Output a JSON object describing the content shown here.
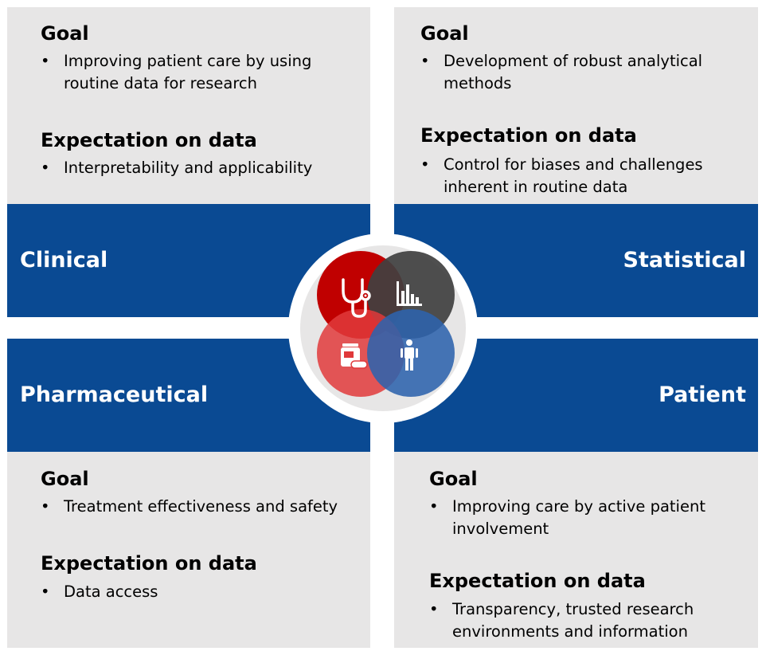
{
  "quadrants": [
    {
      "id": "clinical",
      "title": "Clinical",
      "goal_heading": "Goal",
      "goal_items": [
        "Improving patient care by using routine data for research"
      ],
      "expectation_heading": "Expectation on data",
      "expectation_items": [
        "Interpretability and applicability"
      ]
    },
    {
      "id": "statistical",
      "title": "Statistical",
      "goal_heading": "Goal",
      "goal_items": [
        "Development of robust analytical methods"
      ],
      "expectation_heading": "Expectation on data",
      "expectation_items": [
        "Control for biases and challenges inherent in routine data"
      ]
    },
    {
      "id": "pharmaceutical",
      "title": "Pharmaceutical",
      "goal_heading": "Goal",
      "goal_items": [
        "Treatment effectiveness and safety"
      ],
      "expectation_heading": "Expectation on data",
      "expectation_items": [
        "Data access"
      ]
    },
    {
      "id": "patient",
      "title": "Patient",
      "goal_heading": "Goal",
      "goal_items": [
        "Improving care by active patient involvement"
      ],
      "expectation_heading": "Expectation on data",
      "expectation_items": [
        "Transparency, trusted research environments and information"
      ]
    }
  ],
  "venn": {
    "circles": [
      {
        "name": "clinical",
        "icon": "stethoscope-icon",
        "color": "#c00000"
      },
      {
        "name": "statistical",
        "icon": "bar-chart-icon",
        "color": "#404040"
      },
      {
        "name": "pharmaceutical",
        "icon": "medication-icon",
        "color": "#d9383a"
      },
      {
        "name": "patient",
        "icon": "person-icon",
        "color": "#2e63ad"
      }
    ]
  },
  "colors": {
    "band": "#0a4a93",
    "panel": "#e7e6e6",
    "band_text": "#ffffff"
  }
}
